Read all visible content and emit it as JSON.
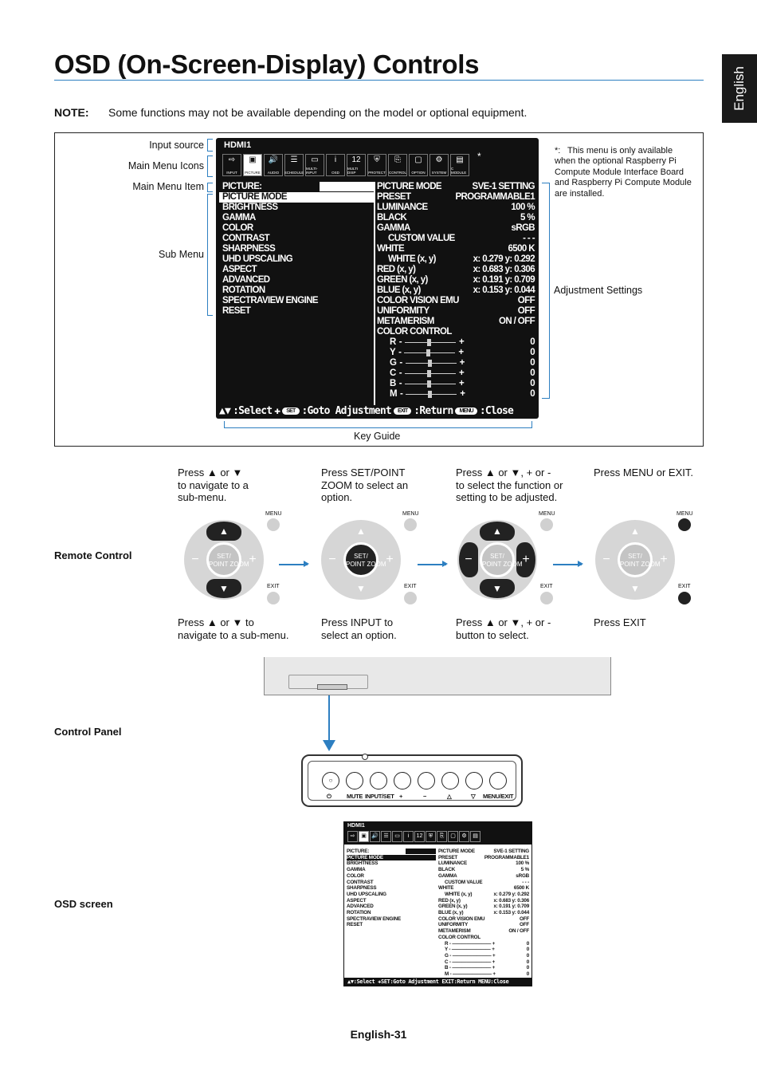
{
  "title": "OSD (On-Screen-Display) Controls",
  "lang_tab": "English",
  "note": {
    "label": "NOTE:",
    "text": "Some functions may not be available depending on the model or optional equipment."
  },
  "callouts": {
    "input_source": "Input source",
    "main_menu_icons": "Main Menu Icons",
    "main_menu_item": "Main Menu Item",
    "sub_menu": "Sub Menu",
    "adjustment_settings": "Adjustment Settings",
    "key_guide": "Key Guide"
  },
  "side_note": {
    "mark": "*:",
    "text": "This menu is only available when the optional Raspberry Pi Compute Module Interface Board and Raspberry Pi Compute Module are installed."
  },
  "osd": {
    "input_source": "HDMI1",
    "icons": [
      {
        "name": "INPUT",
        "glyph": "⇨",
        "icon": "input-icon"
      },
      {
        "name": "PICTURE",
        "glyph": "▣",
        "icon": "picture-icon"
      },
      {
        "name": "AUDIO",
        "glyph": "🔊",
        "icon": "audio-icon"
      },
      {
        "name": "SCHEDULE",
        "glyph": "☰",
        "icon": "schedule-icon"
      },
      {
        "name": "MULTI-INPUT",
        "glyph": "▭",
        "icon": "multi-input-icon"
      },
      {
        "name": "OSD",
        "glyph": "i",
        "icon": "osd-icon"
      },
      {
        "name": "MULTI DISP",
        "glyph": "12",
        "icon": "multi-display-icon"
      },
      {
        "name": "PROTECT",
        "glyph": "⛨",
        "icon": "protect-icon"
      },
      {
        "name": "CONTROL",
        "glyph": "⎘",
        "icon": "control-icon"
      },
      {
        "name": "OPTION",
        "glyph": "▢",
        "icon": "option-icon"
      },
      {
        "name": "SYSTEM",
        "glyph": "⚙",
        "icon": "system-icon"
      },
      {
        "name": "C MODULE",
        "glyph": "▤",
        "icon": "compute-module-icon"
      }
    ],
    "asterisk": "*",
    "menu_header": "PICTURE:",
    "menu_items": [
      "PICTURE MODE",
      "BRIGHTNESS",
      "GAMMA",
      "COLOR",
      "CONTRAST",
      "SHARPNESS",
      "UHD UPSCALING",
      "ASPECT",
      "ADVANCED",
      "ROTATION",
      "SPECTRAVIEW ENGINE",
      "RESET"
    ],
    "settings": [
      {
        "label": "PICTURE MODE",
        "value": "SVE-1 SETTING"
      },
      {
        "label": "PRESET",
        "value": "PROGRAMMABLE1"
      },
      {
        "label": "LUMINANCE",
        "value": "100 %"
      },
      {
        "label": "BLACK",
        "value": "5 %"
      },
      {
        "label": "GAMMA",
        "value": "sRGB"
      },
      {
        "label": "CUSTOM VALUE",
        "value": "- - -",
        "indent": true
      },
      {
        "label": "WHITE",
        "value": "6500 K"
      },
      {
        "label": "WHITE (x, y)",
        "value": "x: 0.279    y: 0.292",
        "indent": true
      },
      {
        "label": "RED (x, y)",
        "value": "x: 0.683    y: 0.306"
      },
      {
        "label": "GREEN (x, y)",
        "value": "x: 0.191    y: 0.709"
      },
      {
        "label": "BLUE (x, y)",
        "value": "x: 0.153    y: 0.044"
      },
      {
        "label": "COLOR VISION EMU",
        "value": "OFF"
      },
      {
        "label": "UNIFORMITY",
        "value": "OFF"
      },
      {
        "label": "METAMERISM",
        "value": "ON / OFF"
      },
      {
        "label": "COLOR CONTROL",
        "value": ""
      }
    ],
    "color_control": [
      {
        "ch": "R",
        "minus": "-",
        "plus": "+",
        "value": "0"
      },
      {
        "ch": "Y",
        "minus": "-",
        "plus": "+",
        "value": "0"
      },
      {
        "ch": "G",
        "minus": "-",
        "plus": "+",
        "value": "0"
      },
      {
        "ch": "C",
        "minus": "-",
        "plus": "+",
        "value": "0"
      },
      {
        "ch": "B",
        "minus": "-",
        "plus": "+",
        "value": "0"
      },
      {
        "ch": "M",
        "minus": "-",
        "plus": "+",
        "value": "0"
      }
    ],
    "keyguide": {
      "updown": "▲▼",
      "select": ":Select",
      "set_icon": "✚",
      "set_pill": "SET",
      "goto": ":Goto Adjustment",
      "exit_pill": "EXIT",
      "return": ":Return",
      "menu_pill": "MENU",
      "close": ":Close"
    }
  },
  "sections": {
    "remote": "Remote Control",
    "panel": "Control Panel",
    "osd_screen": "OSD screen"
  },
  "steps_top": [
    "Press ▲ or ▼\nto navigate to a\nsub-menu.",
    "Press SET/POINT\nZOOM to select an\noption.",
    "Press ▲ or ▼, + or -\nto select the function or\nsetting to be adjusted.",
    "Press MENU or EXIT."
  ],
  "steps_bottom": [
    "Press ▲ or ▼ to\nnavigate to a sub-menu.",
    "Press INPUT to\nselect an option.",
    "Press ▲ or ▼, + or -\nbutton to select.",
    "Press EXIT"
  ],
  "remote": {
    "menu": "MENU",
    "exit": "EXIT",
    "center": "SET/\nPOINT ZOOM",
    "up": "▲",
    "down": "▼",
    "minus": "−",
    "plus": "+"
  },
  "control_panel": {
    "power": "⏻",
    "mute": "MUTE",
    "input_set": "INPUT/SET",
    "plus": "+",
    "minus": "−",
    "up": "△",
    "down": "▽",
    "menu_exit": "MENU/EXIT"
  },
  "footer": "English-31"
}
